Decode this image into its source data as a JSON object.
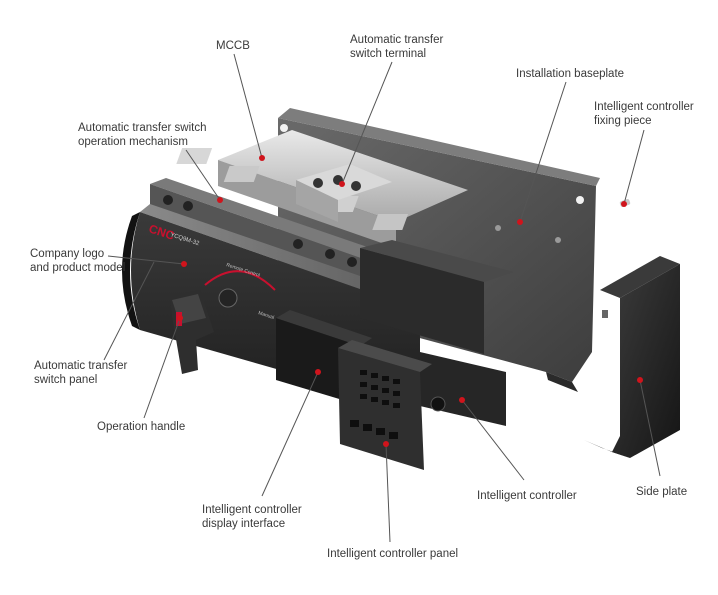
{
  "labels": {
    "mccb": [
      "MCCB"
    ],
    "ats_terminal": [
      "Automatic transfer",
      "switch terminal"
    ],
    "installation_baseplate": [
      "Installation baseplate"
    ],
    "controller_fixing_piece": [
      "Intelligent controller",
      "fixing piece"
    ],
    "operation_mechanism": [
      "Automatic transfer switch",
      "operation mechanism"
    ],
    "company_logo": [
      "Company logo",
      "and product model"
    ],
    "ats_panel": [
      "Automatic transfer",
      "switch panel"
    ],
    "operation_handle": [
      "Operation handle"
    ],
    "controller_display": [
      "Intelligent controller",
      "display interface"
    ],
    "controller_panel": [
      "Intelligent controller panel"
    ],
    "intelligent_controller": [
      "Intelligent controller"
    ],
    "side_plate": [
      "Side plate"
    ]
  },
  "product_marks": {
    "logo": "CNC",
    "model": "YCQ9M-32",
    "dial_top": "Remote Control",
    "dial_side": "Manual"
  },
  "colors": {
    "leader_line": "#555555",
    "marker_dot": "#d0141c",
    "label_text": "#3a3a3a",
    "body_dark": "#2b2b2b",
    "body_mid": "#4a4a4a",
    "accent_red": "#c8102e"
  }
}
